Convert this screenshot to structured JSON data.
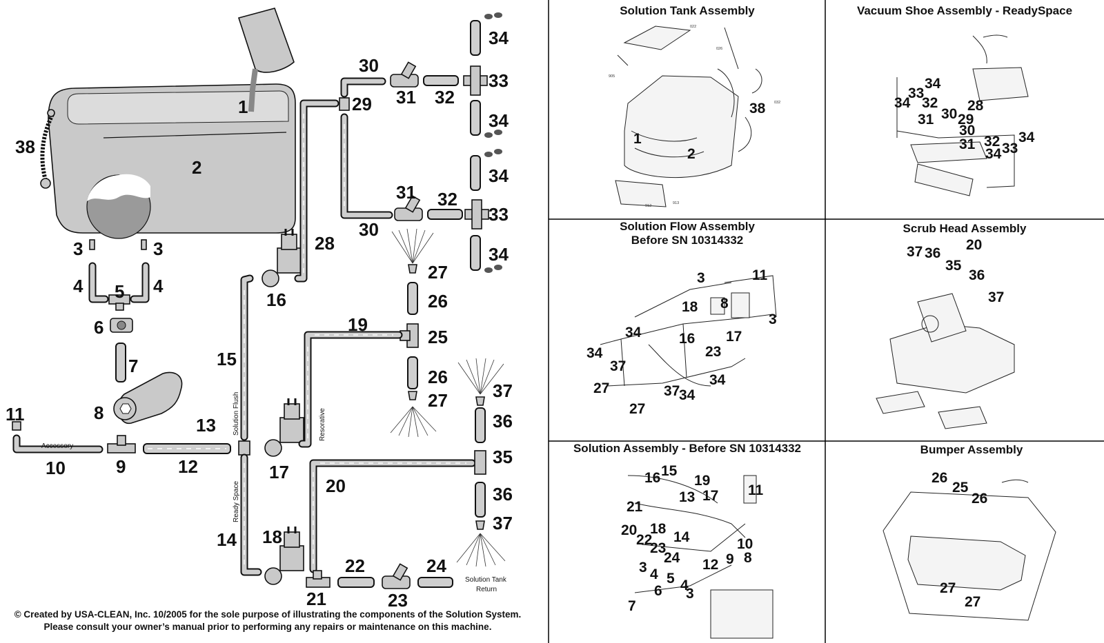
{
  "diagram": {
    "part_numbers": [
      "1",
      "2",
      "3",
      "3",
      "4",
      "4",
      "5",
      "6",
      "7",
      "8",
      "9",
      "10",
      "11",
      "12",
      "13",
      "14",
      "15",
      "16",
      "17",
      "18",
      "19",
      "20",
      "21",
      "22",
      "23",
      "24",
      "25",
      "26",
      "26",
      "27",
      "27",
      "28",
      "29",
      "30",
      "30",
      "31",
      "31",
      "32",
      "32",
      "33",
      "33",
      "34",
      "34",
      "34",
      "34",
      "35",
      "36",
      "36",
      "37",
      "37",
      "38"
    ],
    "labels": {
      "accessory": "Accessory",
      "solution_flush": "Solution Flush",
      "resorative": "Resorative",
      "ready_space": "Ready Space",
      "tank_return_1": "Solution Tank",
      "tank_return_2": "Return"
    },
    "footer": {
      "line1": "© Created by USA-CLEAN, Inc. 10/2005 for the sole purpose of illustrating the components of the Solution System.",
      "line2": "Please consult your owner’s manual prior to performing any repairs or maintenance on this machine."
    }
  },
  "panels": [
    {
      "title": "Solution Tank Assembly",
      "callouts": [
        "1",
        "2",
        "38"
      ]
    },
    {
      "title": "Vacuum Shoe Assembly - ReadySpace",
      "callouts": [
        "34",
        "33",
        "32",
        "34",
        "28",
        "30",
        "29",
        "31",
        "30",
        "31",
        "32",
        "34",
        "33",
        "34"
      ]
    },
    {
      "title_line1": "Solution Flow Assembly",
      "title_line2": "Before SN 10314332",
      "callouts": [
        "3",
        "11",
        "8",
        "18",
        "3",
        "34",
        "16",
        "17",
        "23",
        "34",
        "37",
        "27",
        "37",
        "34",
        "34",
        "27"
      ]
    },
    {
      "title": "Scrub Head Assembly",
      "callouts": [
        "20",
        "37",
        "36",
        "35",
        "36",
        "37"
      ]
    },
    {
      "title": "Solution Assembly - Before SN 10314332",
      "callouts": [
        "15",
        "16",
        "19",
        "13",
        "17",
        "11",
        "21",
        "20",
        "18",
        "22",
        "23",
        "14",
        "24",
        "10",
        "12",
        "9",
        "8",
        "3",
        "4",
        "5",
        "4",
        "3",
        "6",
        "7"
      ]
    },
    {
      "title": "Bumper Assembly",
      "callouts": [
        "26",
        "25",
        "26",
        "27",
        "27"
      ]
    }
  ],
  "colors": {
    "pipe": "#cfcfcf",
    "outline": "#111111",
    "panel_border": "#000000"
  }
}
